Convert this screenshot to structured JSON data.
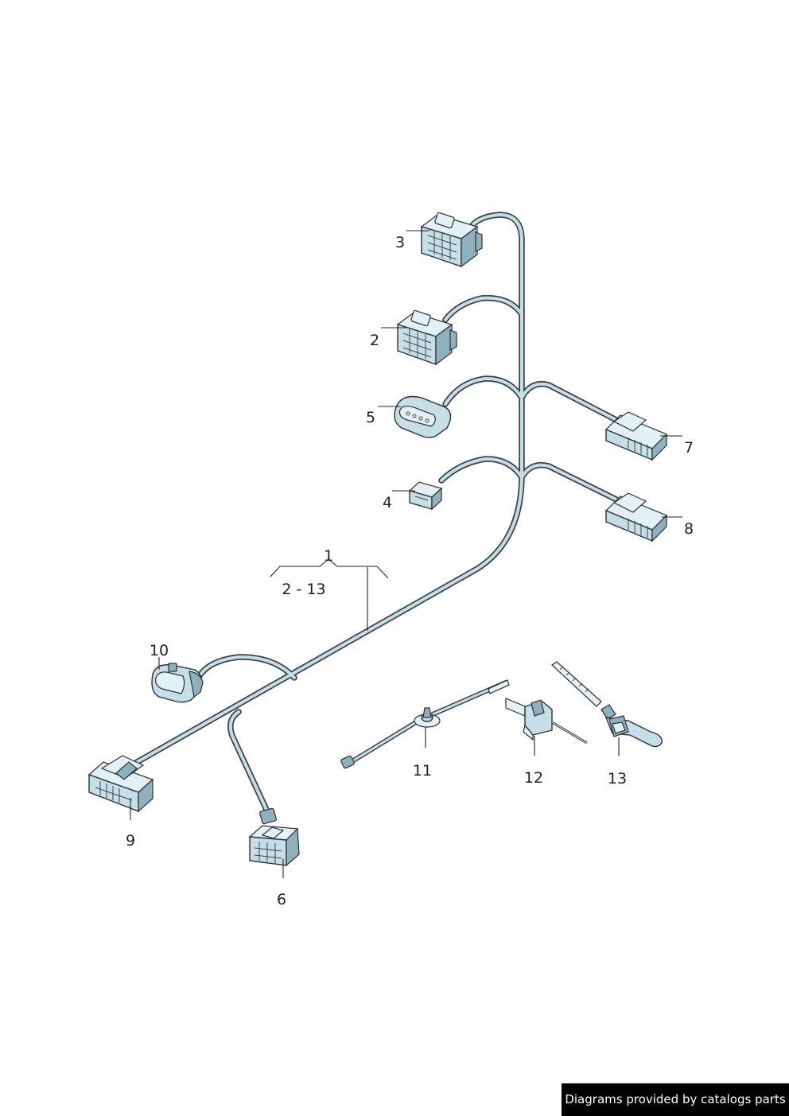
{
  "diagram": {
    "callouts": {
      "c1": "1",
      "c1_range": "2 - 13",
      "c2": "2",
      "c3": "3",
      "c4": "4",
      "c5": "5",
      "c6": "6",
      "c7": "7",
      "c8": "8",
      "c9": "9",
      "c10": "10",
      "c11": "11",
      "c12": "12",
      "c13": "13"
    }
  },
  "footer": {
    "text": "Diagrams provided by catalogs parts"
  },
  "colors": {
    "wire": "#3a4448",
    "component_fill": "#c6dee8",
    "background": "#ffffff"
  }
}
